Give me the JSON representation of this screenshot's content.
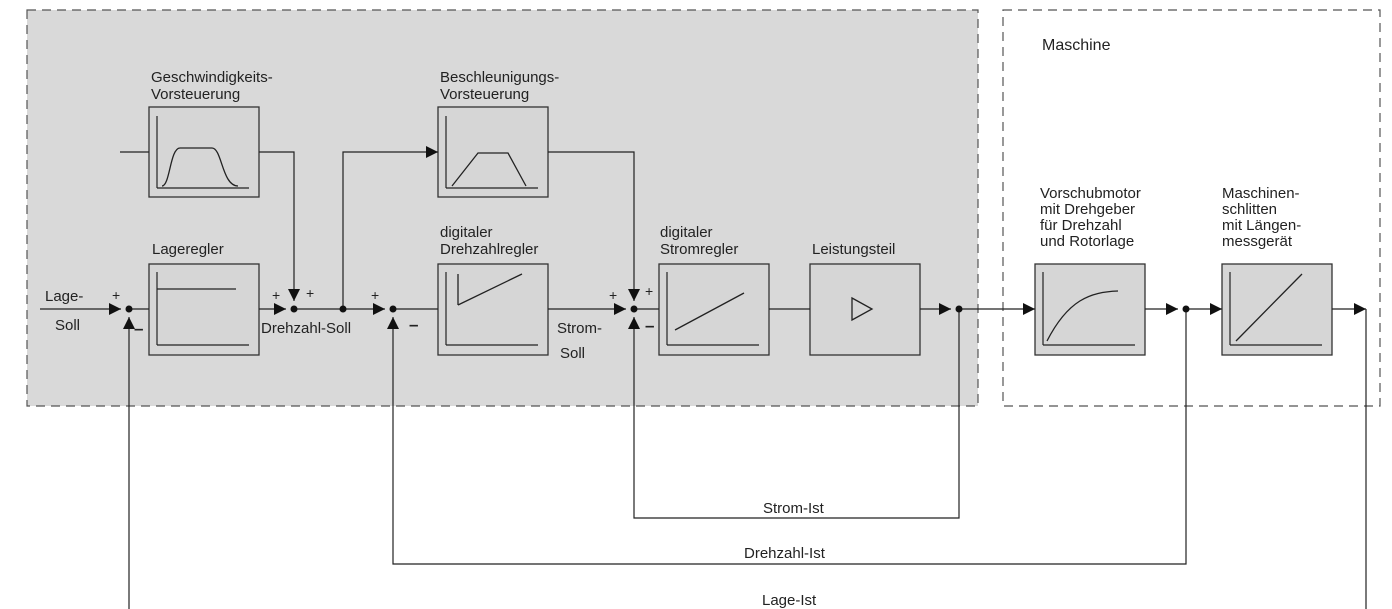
{
  "controller": {
    "velocity_feedforward": [
      "Geschwindigkeits-",
      "Vorsteuerung"
    ],
    "acceleration_feedforward": [
      "Beschleunigungs-",
      "Vorsteuerung"
    ],
    "position_controller": "Lageregler",
    "speed_controller": [
      "digitaler",
      "Drehzahlregler"
    ],
    "current_controller": [
      "digitaler",
      "Stromregler"
    ],
    "power_stage": "Leistungsteil"
  },
  "machine": {
    "title": "Maschine",
    "motor": [
      "Vorschubmotor",
      "mit Drehgeber",
      "für Drehzahl",
      "und Rotorlage"
    ],
    "slide": [
      "Maschinen-",
      "schlitten",
      "mit Längen-",
      "messgerät"
    ]
  },
  "signals": {
    "position_setpoint": [
      "Lage-",
      "Soll"
    ],
    "speed_setpoint": "Drehzahl-Soll",
    "current_setpoint": [
      "Strom-",
      "Soll"
    ],
    "current_actual": "Strom-Ist",
    "speed_actual": "Drehzahl-Ist",
    "position_actual": "Lage-Ist"
  },
  "signs": {
    "plus": "+",
    "minus": "–"
  }
}
